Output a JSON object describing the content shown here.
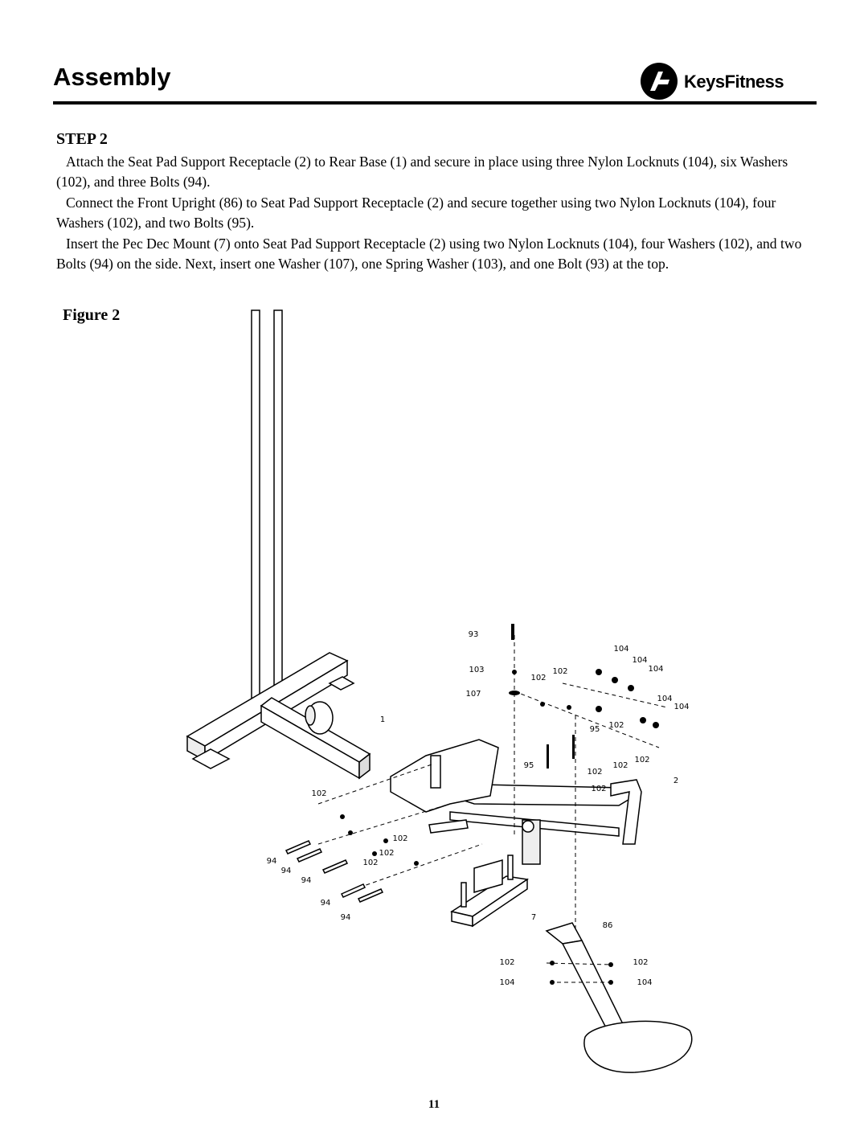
{
  "header": {
    "title": "Assembly",
    "logo_text": "KeysFitness",
    "logo_icon": "keys-fitness-logo-icon"
  },
  "step": {
    "heading": "STEP 2",
    "paragraphs": [
      "Attach the Seat Pad Support Receptacle (2) to Rear Base (1) and secure in place using three Nylon Locknuts (104), six Washers (102), and three Bolts (94).",
      "Connect the Front Upright (86) to Seat Pad Support Receptacle (2) and secure together using two Nylon Locknuts (104), four Washers (102), and two Bolts (95).",
      "Insert the Pec Dec Mount (7) onto Seat Pad Support Receptacle (2) using two Nylon Locknuts (104), four Washers (102), and two Bolts (94) on the side.  Next, insert one Washer (107), one Spring Washer (103), and one Bolt (93) at the top."
    ]
  },
  "figure": {
    "caption": "Figure 2",
    "part_labels": [
      "93",
      "104",
      "104",
      "104",
      "103",
      "102",
      "102",
      "107",
      "104",
      "104",
      "1",
      "95",
      "102",
      "95",
      "102",
      "102",
      "102",
      "102",
      "2",
      "102",
      "102",
      "102",
      "102",
      "94",
      "94",
      "94",
      "94",
      "94",
      "7",
      "86",
      "102",
      "102",
      "104",
      "104"
    ]
  },
  "footer": {
    "page_number": "11"
  }
}
